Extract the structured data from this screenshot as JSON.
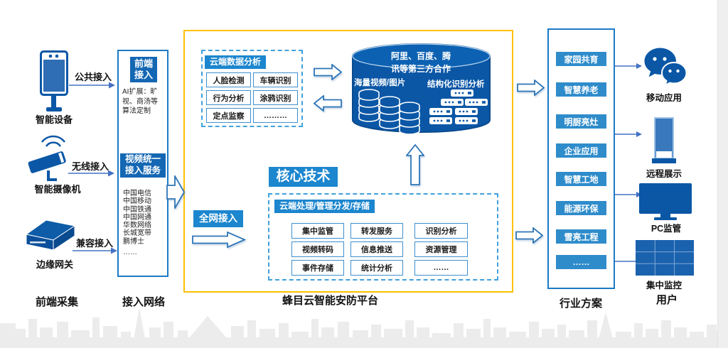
{
  "colors": {
    "primary_blue": "#0B57A6",
    "badge_blue": "#1C86CE",
    "solution_item_blue": "#2F8CCB",
    "box_border_blue": "#1B7AC6",
    "dashed_border_blue": "#41A0DC",
    "block_arrow_border_blue": "#2E75B6",
    "thin_arrow_blue": "#4472C4",
    "platform_border_yellow": "#FFC000",
    "skyline_gray": "#ECECEC"
  },
  "front_collection": {
    "section_label": "前端采集",
    "devices": [
      {
        "label": "智能设备",
        "icon": "kiosk-icon",
        "arrow_label": "公共接入"
      },
      {
        "label": "智能摄像机",
        "icon": "camera-icon",
        "arrow_label": "无线接入"
      },
      {
        "label": "边缘网关",
        "icon": "gateway-icon",
        "arrow_label": "兼容接入"
      }
    ]
  },
  "access_network": {
    "section_label": "接入网络",
    "front_access_badge": "前端接入",
    "ai_extension_note": "AI扩展：旷视、商汤等算法定制",
    "video_access_badge": "视频统一接入服务",
    "providers": [
      "中国电信",
      "中国移动",
      "中国铁通",
      "中国网通",
      "华数网络",
      "长城宽带",
      "鹏博士",
      "……"
    ]
  },
  "platform": {
    "section_label": "蜂目云智能安防平台",
    "full_network_badge": "全网接入",
    "cloud_analysis": {
      "badge": "云端数据分析",
      "items": [
        "人脸检测",
        "车辆识别",
        "行为分析",
        "涂鸦识别",
        "定点监察",
        "………"
      ]
    },
    "cloud_db": {
      "partners": "阿里、百度、腾讯等第三方合作",
      "left_label": "海量视频/图片",
      "right_label": "结构化识别分析"
    },
    "core_tech_badge": "核心技术",
    "cloud_processing": {
      "badge": "云端处理/管理分发/存储",
      "items": [
        "集中监管",
        "转发服务",
        "识别分析",
        "视频转码",
        "信息推送",
        "资源管理",
        "事件存储",
        "统计分析",
        "……"
      ]
    }
  },
  "industry_solutions": {
    "section_label": "行业方案",
    "items": [
      "家园共育",
      "智慧养老",
      "明厨亮灶",
      "企业应用",
      "智慧工地",
      "能源环保",
      "雪亮工程",
      "……"
    ]
  },
  "users": {
    "section_label": "用户",
    "items": [
      {
        "label": "移动应用",
        "icon": "wechat-icon"
      },
      {
        "label": "远程展示",
        "icon": "signage-icon"
      },
      {
        "label": "PC监管",
        "icon": "monitor-icon"
      },
      {
        "label": "集中监控",
        "icon": "video-wall-icon"
      }
    ]
  }
}
